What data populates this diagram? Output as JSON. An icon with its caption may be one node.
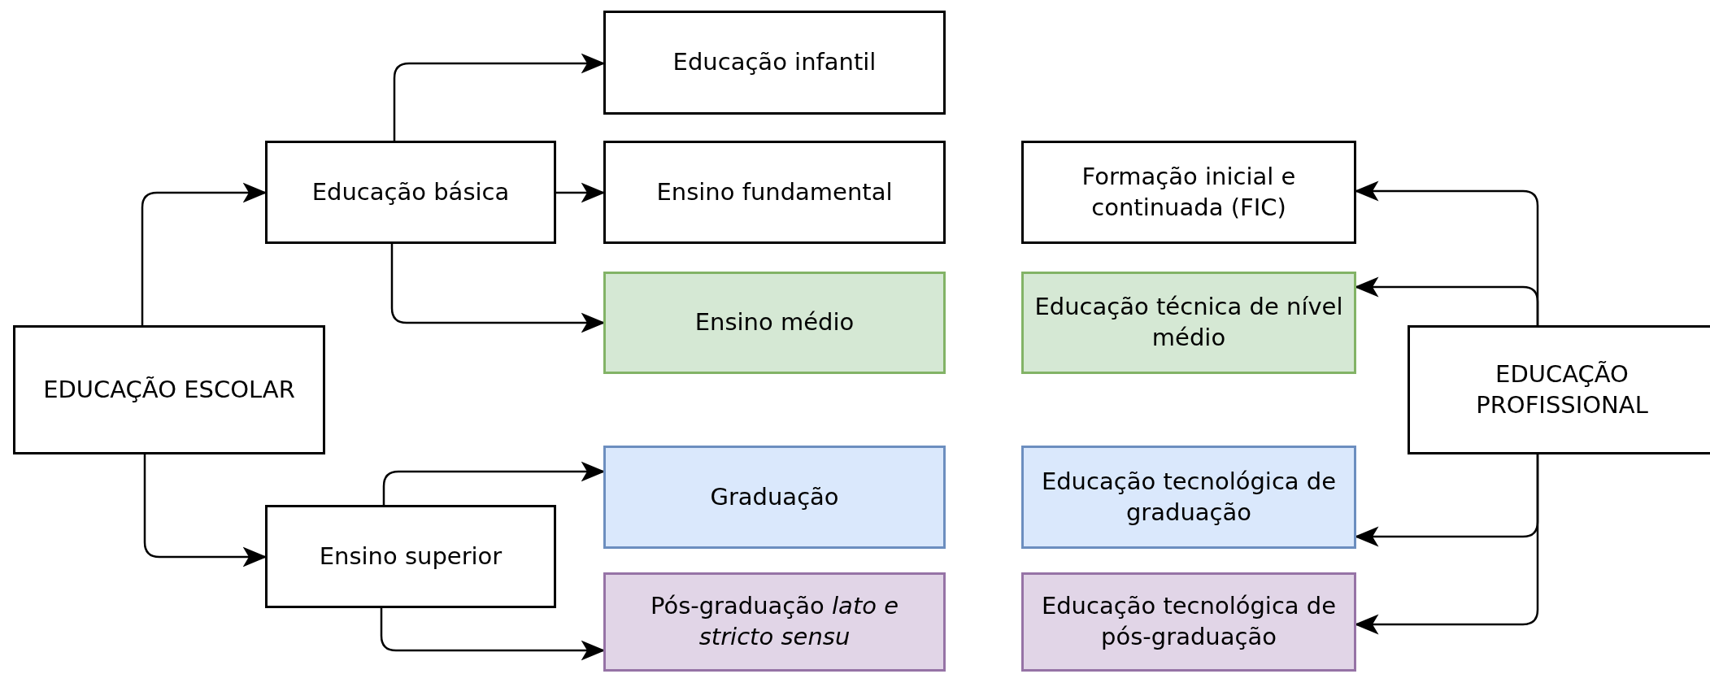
{
  "diagram": {
    "nodes": [
      {
        "text": [
          "EDUCAÇÃO ESCOLAR"
        ]
      },
      {
        "text": [
          "Educação básica"
        ]
      },
      {
        "text": [
          "Ensino superior"
        ]
      },
      {
        "text": [
          "Educação infantil"
        ]
      },
      {
        "text": [
          "Ensino fundamental"
        ]
      },
      {
        "text": [
          "Ensino médio"
        ]
      },
      {
        "text": [
          "Graduação"
        ]
      },
      {
        "text": [
          "Pós-graduação *lato e stricto sensu*"
        ]
      },
      {
        "text": [
          "Formação inicial e continuada (FIC)"
        ]
      },
      {
        "text": [
          "Educação técnica de nível médio"
        ]
      },
      {
        "text": [
          "Educação tecnológica de graduação"
        ]
      },
      {
        "text": [
          "Educação tecnológica de pós-graduação"
        ]
      },
      {
        "text": [
          "EDUCAÇÃO PROFISSIONAL"
        ]
      }
    ],
    "edges": [
      {
        "from": 0,
        "to": 1,
        "arrow": "to"
      },
      {
        "from": 0,
        "to": 2,
        "arrow": "to"
      },
      {
        "from": 1,
        "to": 3,
        "arrow": "to"
      },
      {
        "from": 1,
        "to": 4,
        "arrow": "to"
      },
      {
        "from": 1,
        "to": 5,
        "arrow": "to"
      },
      {
        "from": 2,
        "to": 6,
        "arrow": "to"
      },
      {
        "from": 2,
        "to": 7,
        "arrow": "to"
      },
      {
        "from": 12,
        "to": 8,
        "arrow": "to"
      },
      {
        "from": 12,
        "to": 9,
        "arrow": "to"
      },
      {
        "from": 12,
        "to": 10,
        "arrow": "to"
      },
      {
        "from": 12,
        "to": 11,
        "arrow": "to"
      }
    ]
  }
}
